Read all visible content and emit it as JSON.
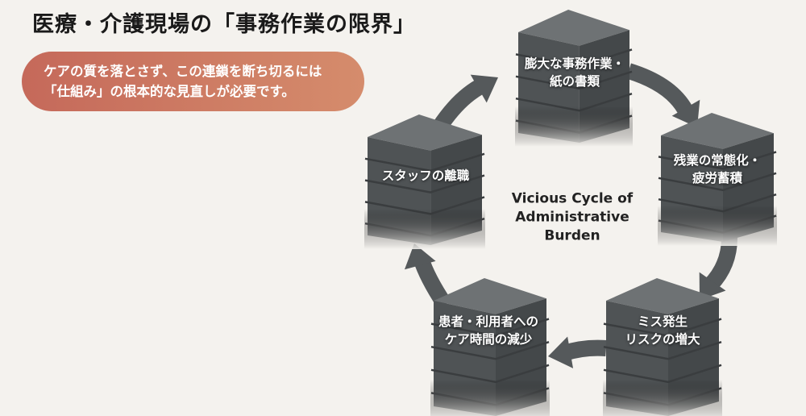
{
  "title": "医療・介護現場の「事務作業の限界」",
  "callout": {
    "line1": "ケアの質を落とさず、この連鎖を断ち切るには",
    "line2": "「仕組み」の根本的な見直しが必要です。"
  },
  "diagram": {
    "center_lines": [
      "Vicious Cycle of",
      "Administrative",
      "Burden"
    ],
    "nodes": [
      {
        "id": "paperwork",
        "lines": [
          "膨大な事務作業・",
          "紙の書類"
        ]
      },
      {
        "id": "overtime",
        "lines": [
          "残業の常態化・",
          "疲労蓄積"
        ]
      },
      {
        "id": "errors",
        "lines": [
          "ミス発生",
          "リスクの増大"
        ]
      },
      {
        "id": "care-time",
        "lines": [
          "患者・利用者への",
          "ケア時間の減少"
        ]
      },
      {
        "id": "turnover",
        "lines": [
          "スタッフの離職"
        ]
      }
    ],
    "colors": {
      "stack_top": "#6e7274",
      "stack_front": "#4f5355",
      "stack_side": "#44484a",
      "arrow": "#55595b"
    }
  }
}
